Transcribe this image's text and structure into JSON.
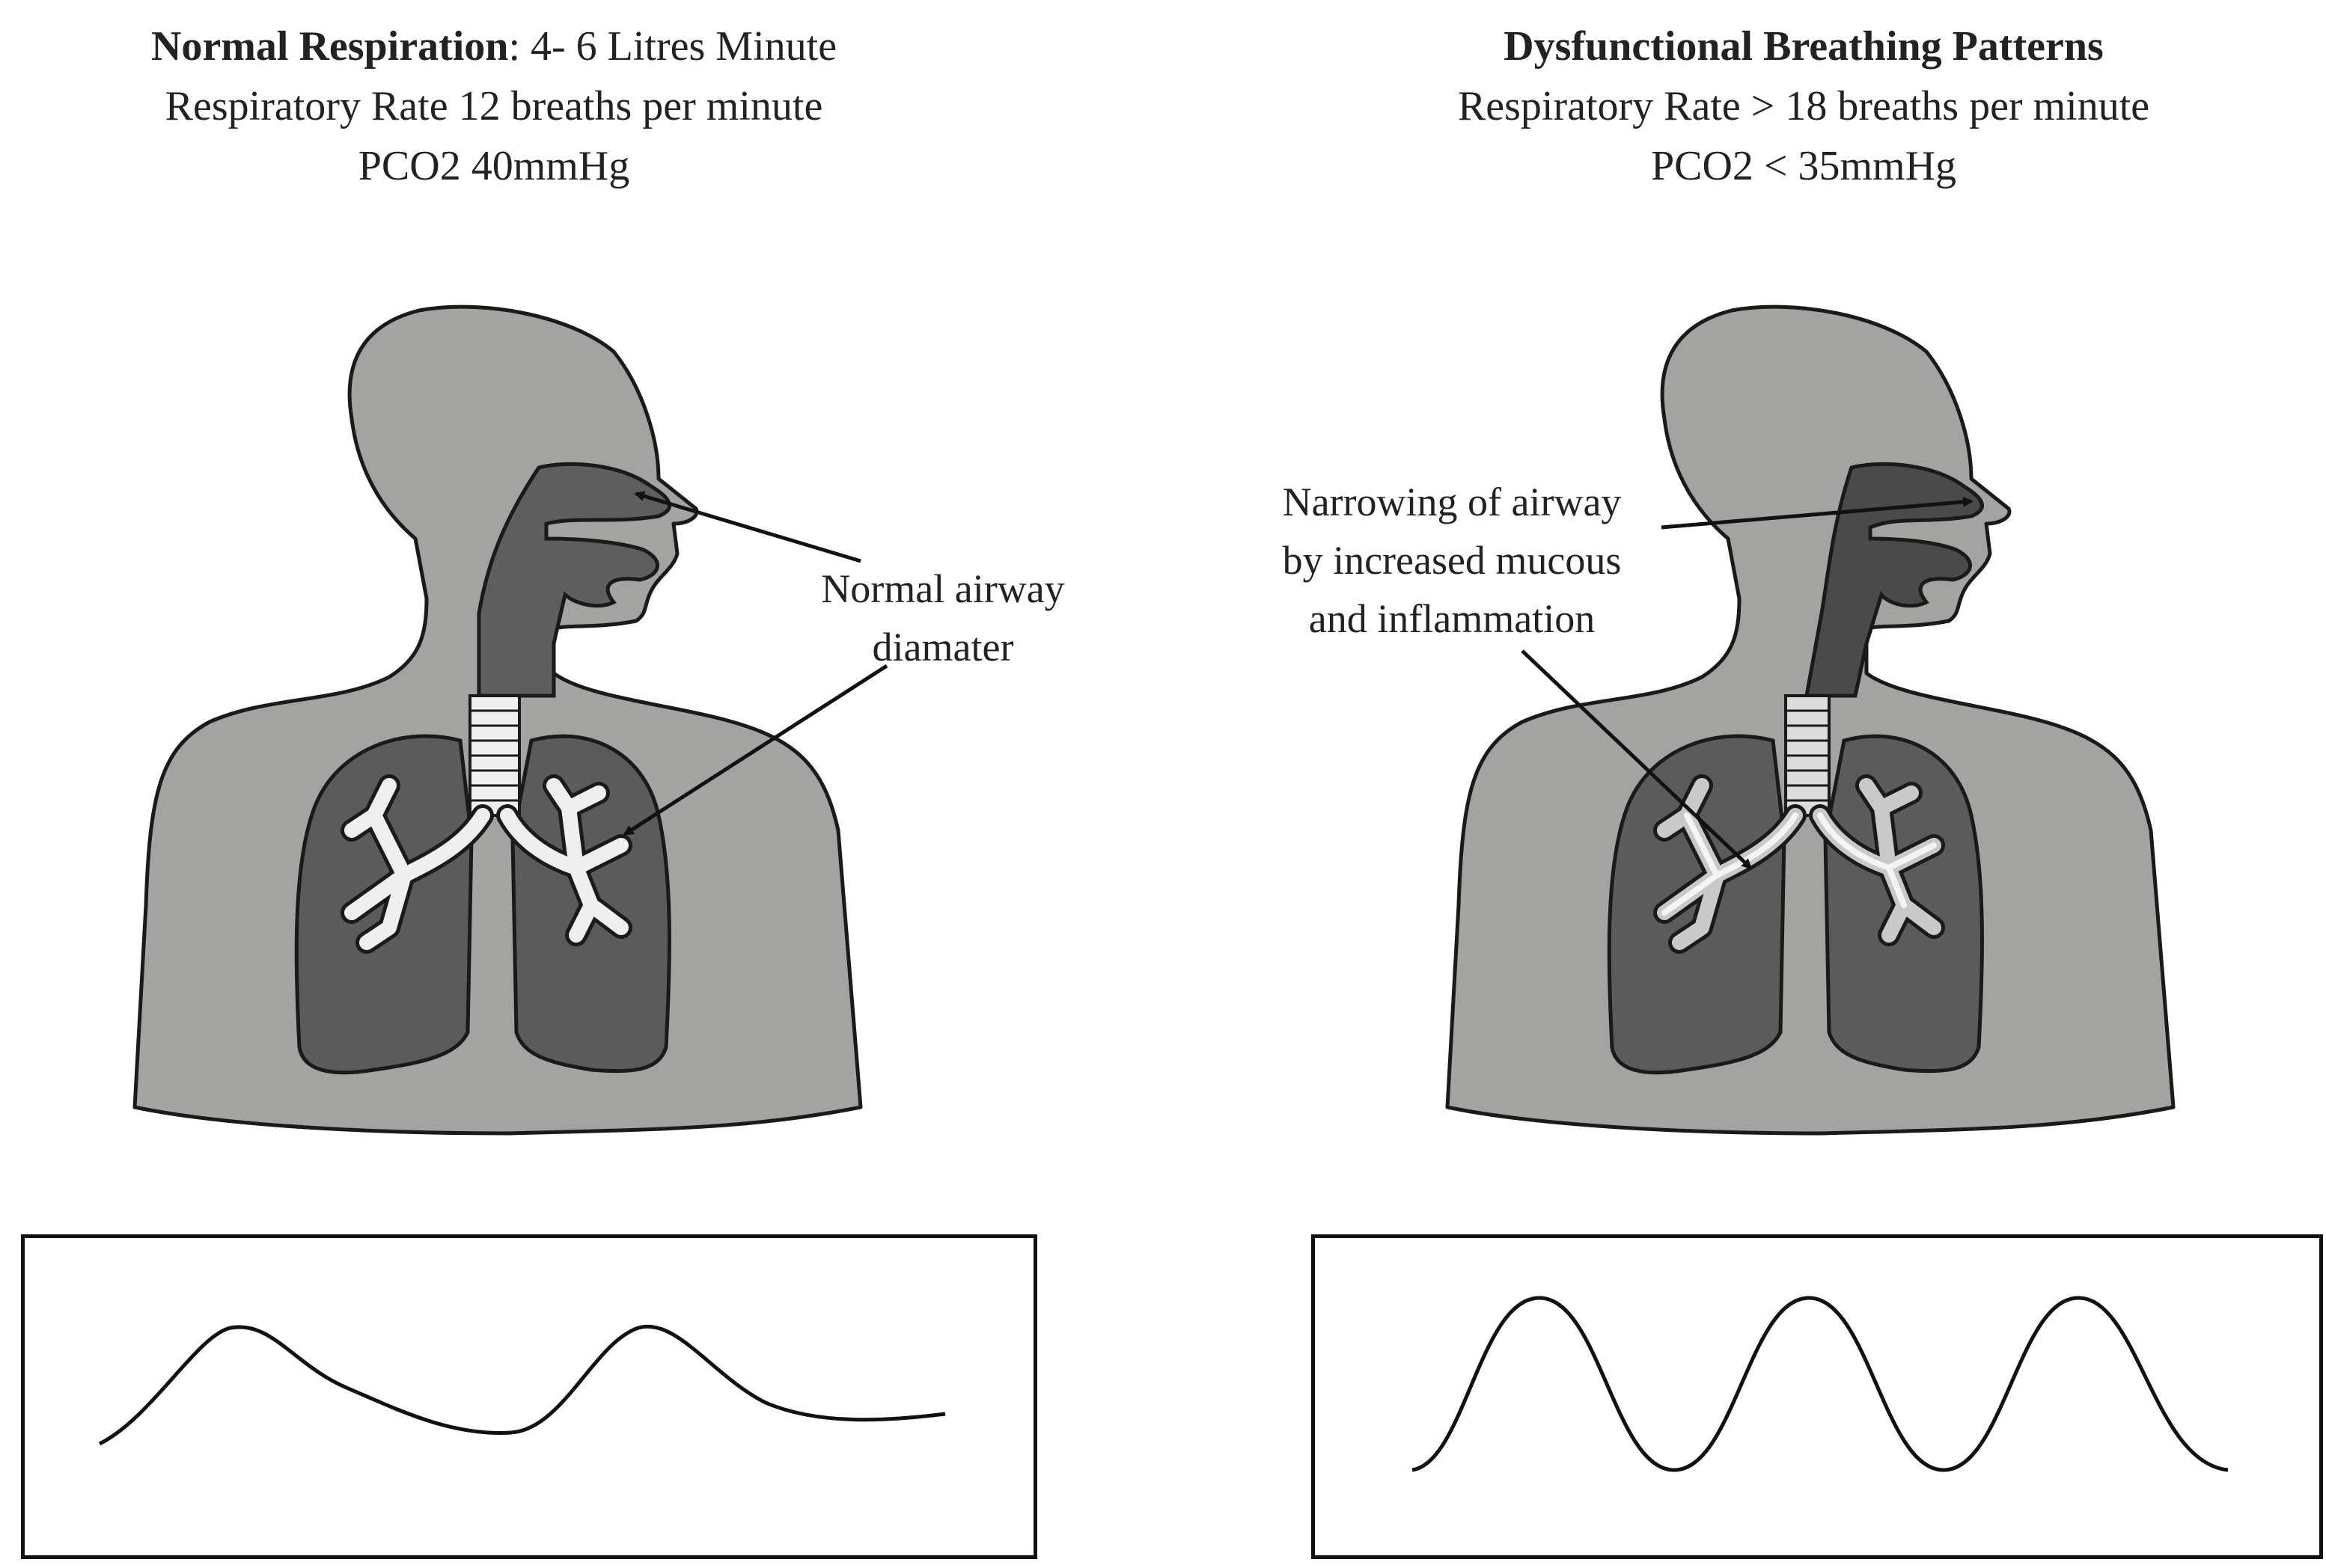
{
  "left_panel": {
    "title_bold": "Normal Respiration",
    "title_rest": ": 4- 6 Litres Minute",
    "line2": "Respiratory Rate 12 breaths per minute",
    "line3": "PCO2 40mmHg",
    "annotation": {
      "line1": "Normal airway",
      "line2": "diamater"
    }
  },
  "right_panel": {
    "title_bold": "Dysfunctional Breathing Patterns",
    "line2": "Respiratory Rate > 18 breaths per minute",
    "line3": "PCO2  < 35mmHg",
    "annotation": {
      "line1": "Narrowing of airway",
      "line2": "by increased mucous",
      "line3": "and inflammation"
    }
  },
  "colors": {
    "body": "#a3a3a1",
    "lungs": "#5b5b5b",
    "airway": "#5e5e5e",
    "bronchi": "#efefef",
    "outline": "#1a1a1a"
  }
}
